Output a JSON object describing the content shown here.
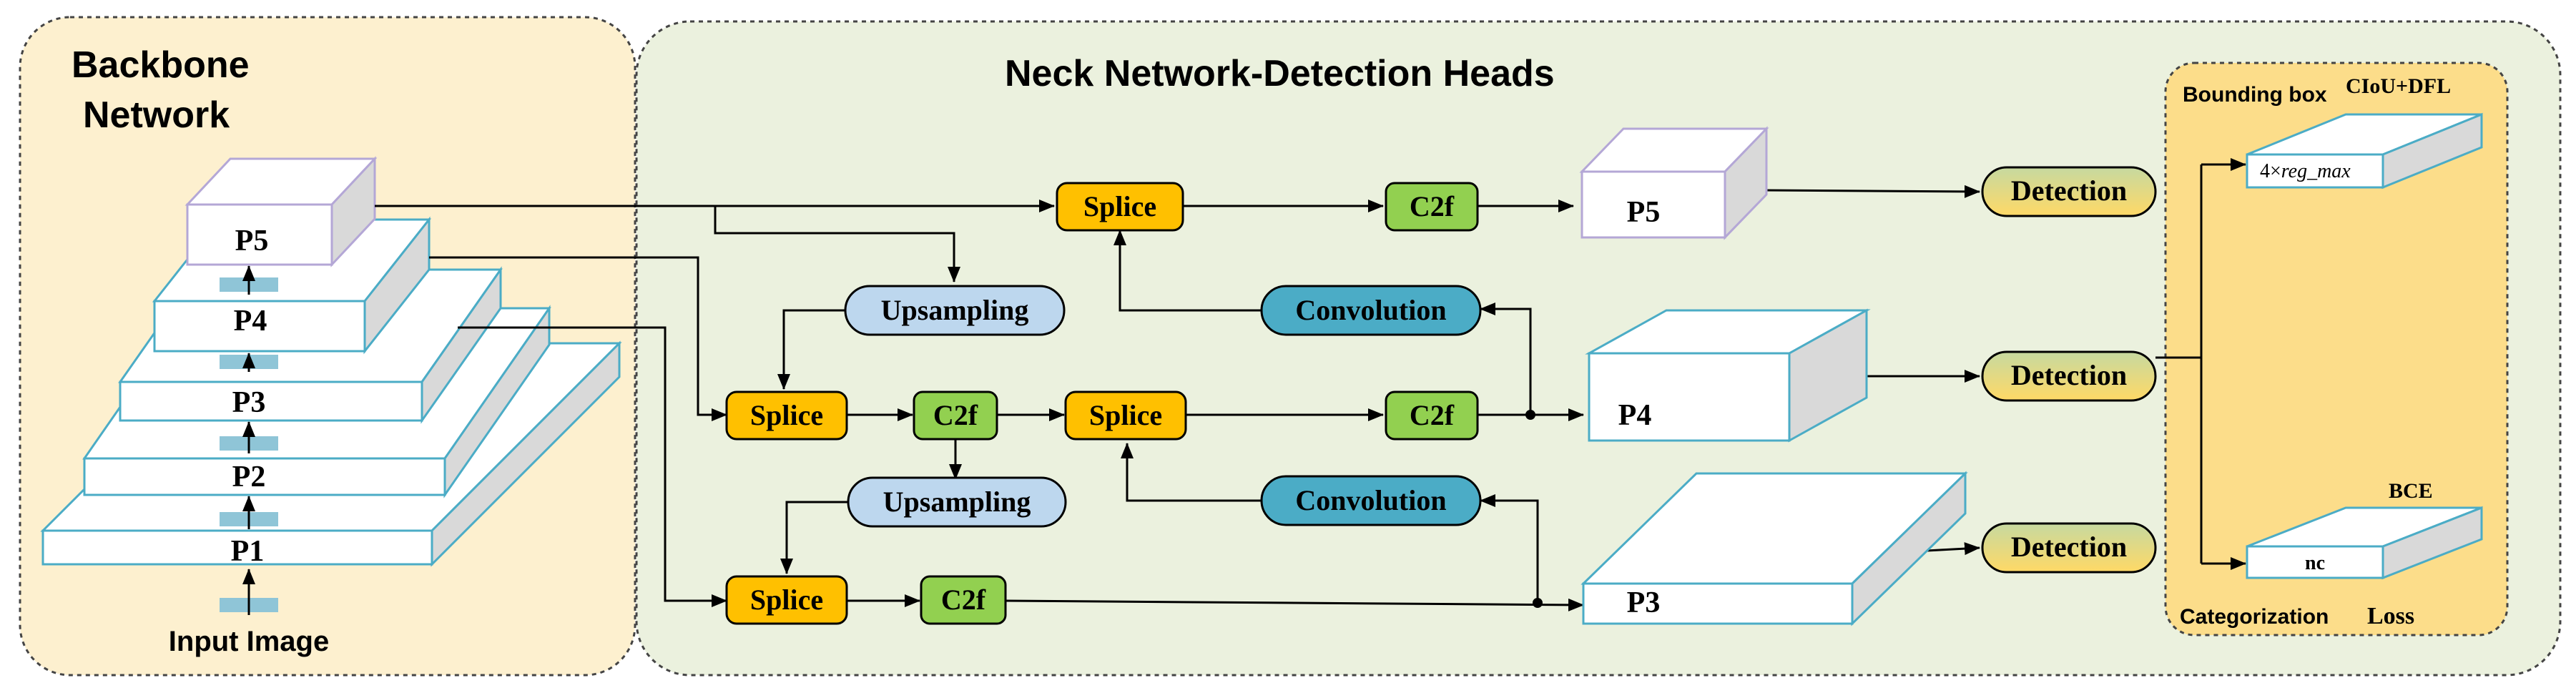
{
  "colors": {
    "backbone_panel": "#fdf0cf",
    "neck_panel": "#ebf1de",
    "loss_panel": "#fcdd8a",
    "splice_fill": "#ffc000",
    "c2f_fill": "#92d050",
    "upsampling_fill": "#bdd7ee",
    "convolution_fill": "#4bacc6",
    "detection_fill_top": "#c6d9a0",
    "detection_fill_bottom": "#ffd966",
    "cube_edge_teal": "#4bacc6",
    "cube_edge_purple": "#b4a7d6",
    "cube_side": "#d9d9d9",
    "arrow": "#000000",
    "marker": "#8fc5d7"
  },
  "backbone": {
    "title_line1": "Backbone",
    "title_line2": "Network",
    "layers": [
      "P5",
      "P4",
      "P3",
      "P2",
      "P1"
    ],
    "input_label": "Input Image"
  },
  "neck": {
    "title": "Neck Network-Detection Heads",
    "splice_label": "Splice",
    "c2f_label": "C2f",
    "upsampling_label": "Upsampling",
    "convolution_label": "Convolution",
    "outputs": [
      "P5",
      "P4",
      "P3"
    ],
    "detection_label": "Detection"
  },
  "loss": {
    "bbox_label": "Bounding box",
    "bbox_loss": "CIoU+DFL",
    "reg_prefix": "4×",
    "reg_var": "reg_max",
    "cls_loss": "BCE",
    "nc_label": "nc",
    "cat_label": "Categorization",
    "loss_label": "Loss"
  }
}
